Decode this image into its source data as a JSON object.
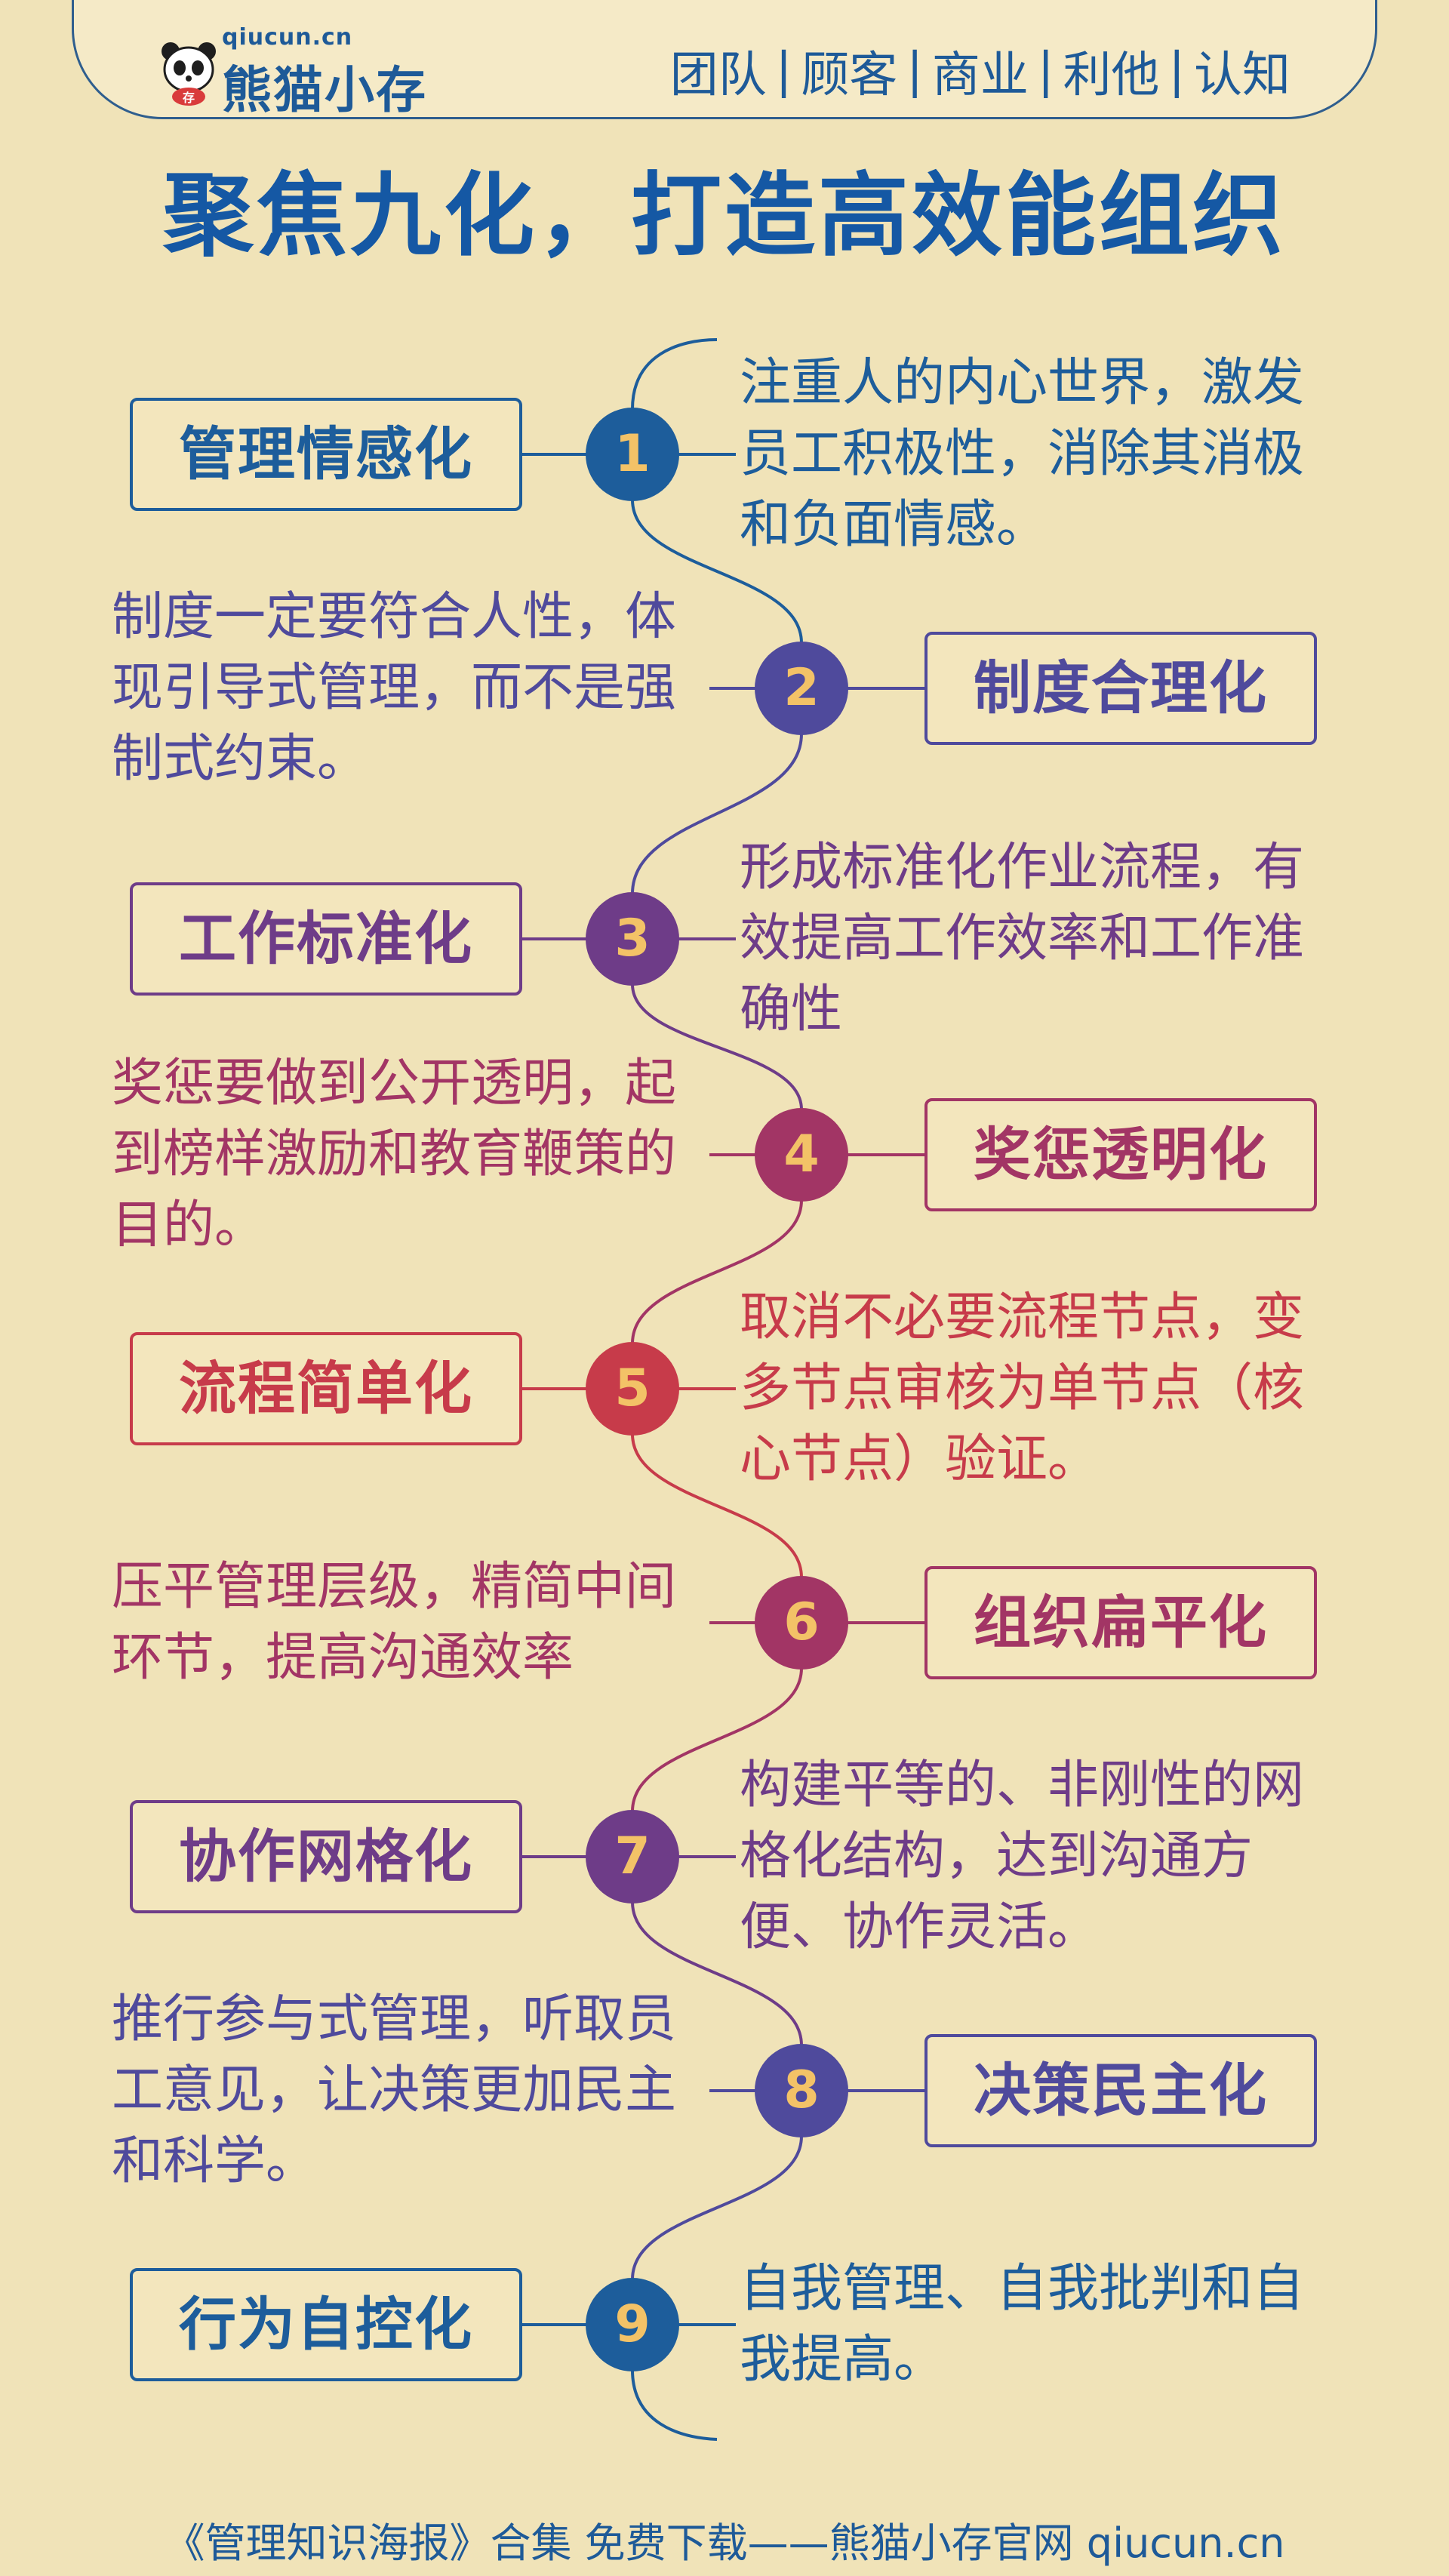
{
  "header": {
    "logo_sub": "qiucun.cn",
    "logo_main": "熊猫小存",
    "panda_badge": "存",
    "nav": [
      "团队",
      "顾客",
      "商业",
      "利他",
      "认知"
    ]
  },
  "title": "聚焦九化，打造高效能组织",
  "items": [
    {
      "num": "1",
      "label": "管理情感化",
      "desc": "注重人的内心世界，激发员工积极性，消除其消极和负面情感。",
      "color": "#1d5d9b"
    },
    {
      "num": "2",
      "label": "制度合理化",
      "desc": "制度一定要符合人性，体现引导式管理，而不是强制式约束。",
      "color": "#4f4a9c"
    },
    {
      "num": "3",
      "label": "工作标准化",
      "desc": "形成标准化作业流程，有效提高工作效率和工作准确性",
      "color": "#6e3c88"
    },
    {
      "num": "4",
      "label": "奖惩透明化",
      "desc": "奖惩要做到公开透明，起到榜样激励和教育鞭策的目的。",
      "color": "#a23565"
    },
    {
      "num": "5",
      "label": "流程简单化",
      "desc": "取消不必要流程节点，变多节点审核为单节点（核心节点）验证。",
      "color": "#c73b4a"
    },
    {
      "num": "6",
      "label": "组织扁平化",
      "desc": "压平管理层级，精简中间环节，提高沟通效率",
      "color": "#a23565"
    },
    {
      "num": "7",
      "label": "协作网格化",
      "desc": "构建平等的、非刚性的网格化结构，达到沟通方便、协作灵活。",
      "color": "#6e3c88"
    },
    {
      "num": "8",
      "label": "决策民主化",
      "desc": "推行参与式管理，听取员工意见，让决策更加民主和科学。",
      "color": "#4f4a9c"
    },
    {
      "num": "9",
      "label": "行为自控化",
      "desc": "自我管理、自我批判和自我提高。",
      "color": "#1d5d9b"
    }
  ],
  "footer": "《管理知识海报》合集 免费下载——熊猫小存官网 qiucun.cn"
}
